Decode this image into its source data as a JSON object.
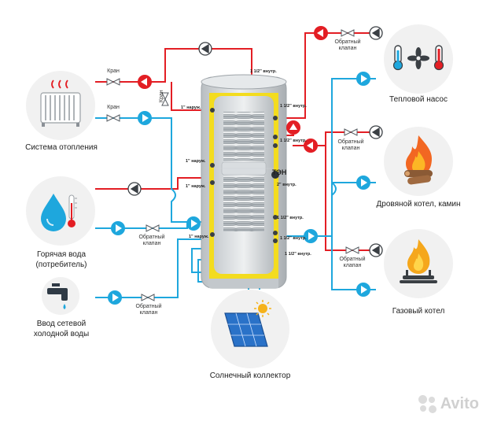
{
  "colors": {
    "hot": "#e31e24",
    "cold": "#1ea7dd",
    "tank_outer": "#d5d9dc",
    "insulation": "#f3dc1f",
    "coil": "#9aa3a9",
    "circle_bg": "#f1f1f1"
  },
  "devices": {
    "heating_system": {
      "label": "Система отопления",
      "icon": "radiator-icon"
    },
    "hot_water": {
      "label": "Горячая вода\n(потребитель)",
      "icon": "water-drop-thermometer-icon"
    },
    "cold_water": {
      "label": "Ввод сетевой\nхолодной воды",
      "icon": "water-tap-icon"
    },
    "solar": {
      "label": "Солнечный коллектор",
      "icon": "solar-panel-icon"
    },
    "heat_pump": {
      "label": "Тепловой насос",
      "icon": "heat-pump-icon"
    },
    "wood_boiler": {
      "label": "Дровяной котел, камин",
      "icon": "wood-fire-icon"
    },
    "gas_boiler": {
      "label": "Газовый котел",
      "icon": "gas-burner-icon"
    }
  },
  "valves": {
    "kran": "Кран",
    "check": "Обратный\nклапан"
  },
  "tank": {
    "ten": "ТЭН",
    "fittings": {
      "top": "1 1/2\" внутр.",
      "r1": "1 1/2\" внутр.",
      "r2": "1 1/2\" внутр.",
      "r3": "2\" внутр.",
      "r4": "1 1/2\" внутр.",
      "r5": "1 1/2\" внутр.",
      "r6": "1 1/2\" внутр.",
      "l1": "1\" наруж.",
      "l2": "1\" наруж.",
      "l3": "1\" наруж.",
      "l4": "1\" наруж."
    }
  },
  "watermark": "Avito"
}
